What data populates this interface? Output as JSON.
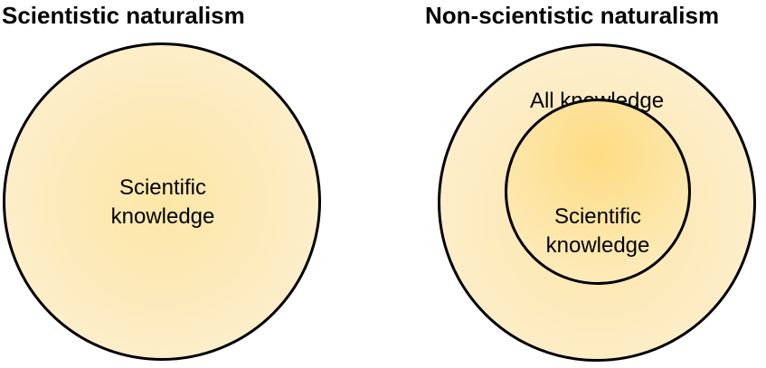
{
  "left": {
    "title": "Scientistic naturalism",
    "circle_label_line1": "Scientific",
    "circle_label_line2": "knowledge"
  },
  "right": {
    "title": "Non-scientistic naturalism",
    "outer_label": "All knowledge",
    "inner_label_line1": "Scientific",
    "inner_label_line2": "knowledge"
  },
  "colors": {
    "circle_fill_center": "#fde7a6",
    "circle_fill_edge": "#fdf3dc",
    "outline": "#000000"
  }
}
